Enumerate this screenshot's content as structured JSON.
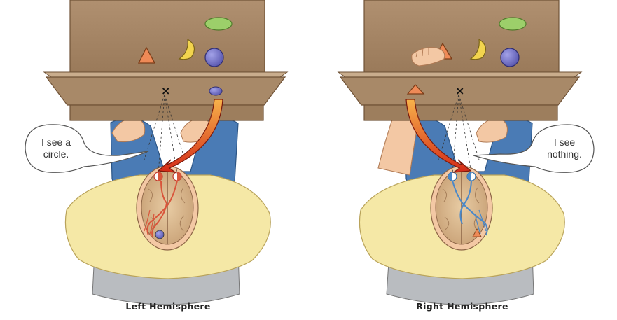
{
  "panels": [
    {
      "caption": "Left Hemisphere",
      "speech_line1": "I see a",
      "speech_line2": "circle."
    },
    {
      "caption": "Right Hemisphere",
      "speech_line1": "I see",
      "speech_line2": "nothing."
    }
  ],
  "colors": {
    "board": "#a88968",
    "board_dark": "#7a5d41",
    "shirt": "#f5e8a6",
    "jeans": "#4a7bb5",
    "skin": "#f3c8a4",
    "brain": "#d9b88f",
    "ellipse": "#9ccf6a",
    "circle": "#7b79c9",
    "moon": "#f2d44e",
    "triangle": "#ee8a57",
    "arrow": "#e23d1f",
    "left_path": "#d9553b",
    "right_path": "#4a88c9"
  },
  "icons": [
    "triangle-shape",
    "crescent-shape",
    "circle-shape",
    "ellipse-shape",
    "cross-mark"
  ]
}
